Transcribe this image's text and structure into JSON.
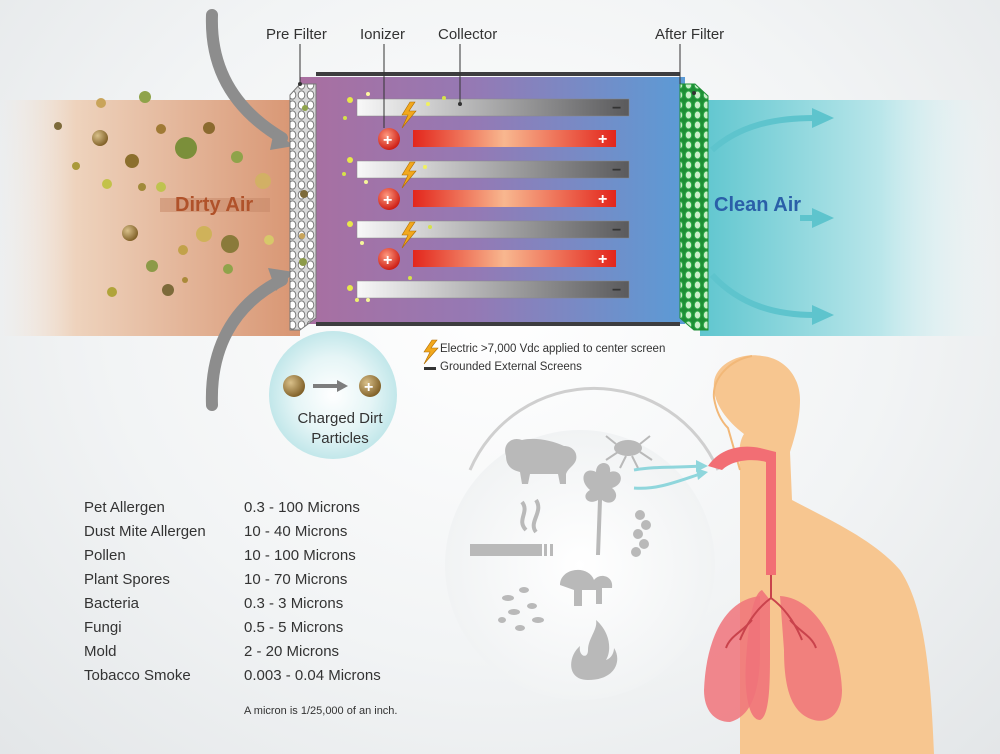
{
  "labels": {
    "pre_filter": "Pre Filter",
    "ionizer": "Ionizer",
    "collector": "Collector",
    "after_filter": "After Filter",
    "dirty_air": "Dirty Air",
    "clean_air": "Clean Air",
    "charged_particles": "Charged Dirt\nParticles"
  },
  "legend": {
    "electric": "Electric >7,000 Vdc  applied to center screen",
    "grounded": "Grounded External Screens"
  },
  "particles": [
    {
      "name": "Pet Allergen",
      "size": "0.3 - 100 Microns"
    },
    {
      "name": "Dust Mite Allergen",
      "size": "10 - 40 Microns"
    },
    {
      "name": "Pollen",
      "size": "10 - 100 Microns"
    },
    {
      "name": "Plant Spores",
      "size": "10 - 70 Microns"
    },
    {
      "name": "Bacteria",
      "size": "0.3 - 3 Microns"
    },
    {
      "name": "Fungi",
      "size": "0.5 - 5 Microns"
    },
    {
      "name": "Mold",
      "size": "2 - 20 Microns"
    },
    {
      "name": "Tobacco Smoke",
      "size": "0.003 - 0.04 Microns"
    }
  ],
  "footnote": "A micron is 1/25,000 of an inch.",
  "symbols": {
    "positive": "+",
    "negative": "−"
  },
  "colors": {
    "dirty_air": "#b0522a",
    "clean_air": "#2a5fa8",
    "positive_plate": "#e62b1f",
    "bolt": "#f2a81d",
    "after_filter": "#34b24a",
    "body": "#f7c690",
    "lungs": "#f0737a"
  }
}
